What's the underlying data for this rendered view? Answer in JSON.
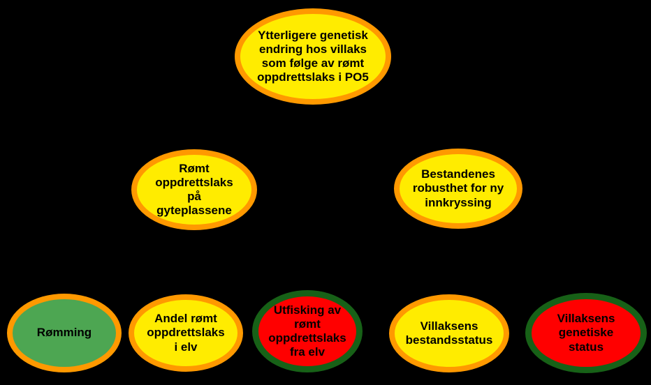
{
  "colors": {
    "background": "#000000",
    "yellow_fill": "#FFEC00",
    "orange_border": "#FF9900",
    "green_fill": "#4DA652",
    "red_fill": "#FF0000",
    "dark_green_border": "#176117",
    "text": "#000000"
  },
  "diagram": {
    "description_nodes": [
      "root",
      "spawning",
      "robustness",
      "escape",
      "proportion",
      "removal",
      "population_status",
      "genetic_status"
    ],
    "nodes": {
      "root": {
        "label": "Ytterligere genetisk\nendring hos villaks\nsom følge av rømt\noppdrettslaks i PO5",
        "fill": "yellow",
        "border": "orange"
      },
      "spawning": {
        "label": "Rømt\noppdrettslaks\npå\ngyteplassene",
        "fill": "yellow",
        "border": "orange"
      },
      "robustness": {
        "label": "Bestandenes\nrobusthet for ny\ninnkryssing",
        "fill": "yellow",
        "border": "orange"
      },
      "escape": {
        "label": "Rømming",
        "fill": "green",
        "border": "orange"
      },
      "proportion": {
        "label": "Andel rømt\noppdrettslaks\ni elv",
        "fill": "yellow",
        "border": "orange"
      },
      "removal": {
        "label": "Utfisking av\nrømt\noppdrettslaks\nfra elv",
        "fill": "red",
        "border": "dark_green"
      },
      "population_status": {
        "label": "Villaksens\nbestandsstatus",
        "fill": "yellow",
        "border": "orange"
      },
      "genetic_status": {
        "label": "Villaksens\ngenetiske\nstatus",
        "fill": "red",
        "border": "dark_green"
      }
    }
  }
}
